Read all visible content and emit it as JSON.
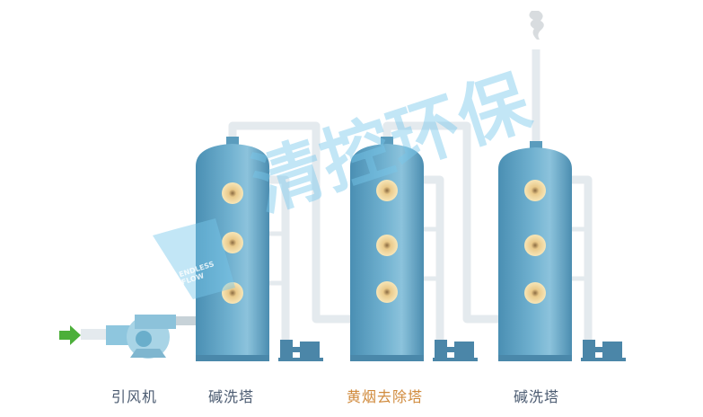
{
  "labels": {
    "fan": "引风机",
    "tower1": "碱洗塔",
    "tower2": "黄烟去除塔",
    "tower3": "碱洗塔"
  },
  "watermark": {
    "cn": "清控环保",
    "en_line1": "ENDLESS",
    "en_line2": "FLOW"
  },
  "colors": {
    "tower": "#5a9ec0",
    "pipe": "#eef2f5",
    "highlight_label": "#d08a3c",
    "arrow": "#4caf3a"
  }
}
